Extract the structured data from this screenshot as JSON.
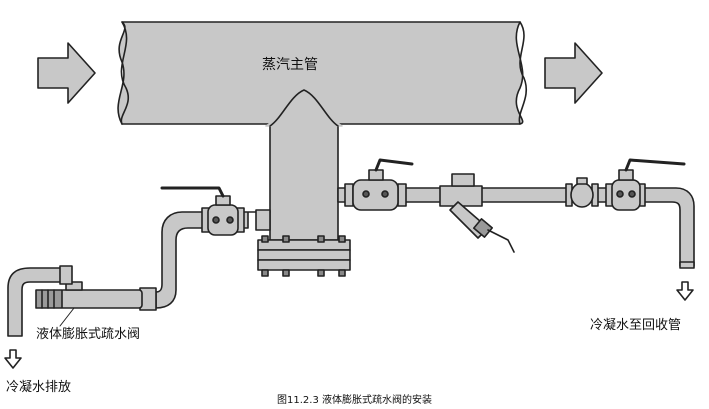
{
  "labels": {
    "main_pipe": "蒸汽主管",
    "trap": "液体膨胀式疏水阀",
    "drain": "冷凝水排放",
    "recovery": "冷凝水至回收管"
  },
  "caption": "图11.2.3  液体膨胀式疏水阀的安装",
  "colors": {
    "pipe_fill": "#c8c8c8",
    "outline": "#222222",
    "background": "#ffffff"
  }
}
